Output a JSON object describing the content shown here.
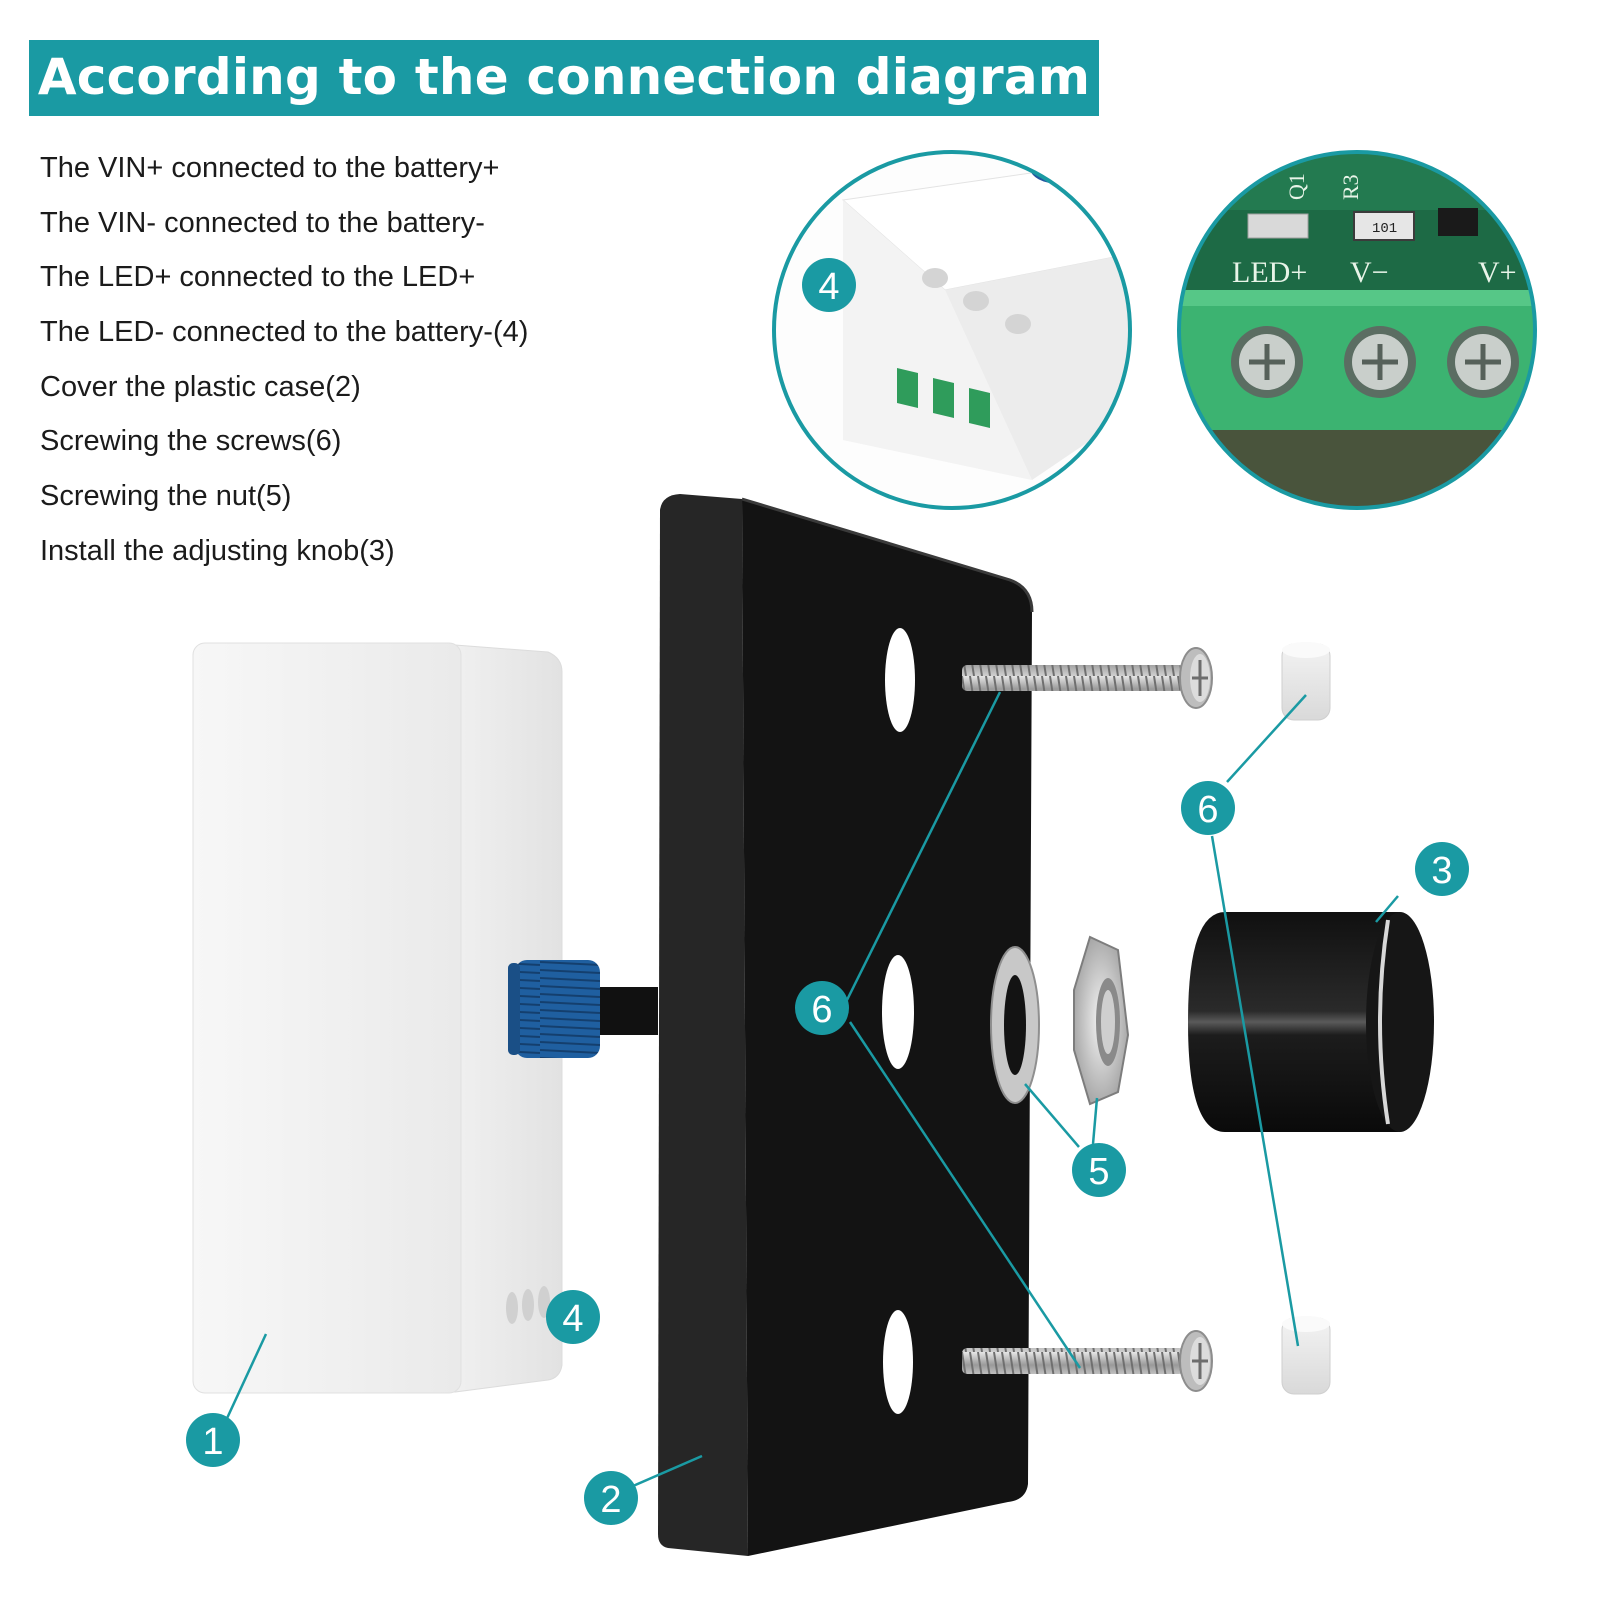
{
  "header": {
    "title": "According to the connection diagram"
  },
  "instructions": [
    "The VIN+ connected to the battery+",
    "The VIN- connected to the battery-",
    "The LED+ connected to the LED+",
    "The LED- connected to the battery-(4)",
    "Cover the plastic case(2)",
    "Screwing the screws(6)",
    "Screwing the nut(5)",
    "Install the adjusting knob(3)"
  ],
  "callouts": {
    "controller_box": "1",
    "panel": "2",
    "knob": "3",
    "terminal_side": "4",
    "terminal_inset": "4",
    "nut": "5",
    "screws": "6",
    "screw_caps": "6"
  },
  "pcb_labels": {
    "led_plus": "LED+",
    "v_minus": "V−",
    "v_plus": "V+",
    "q1": "Q1",
    "r3": "R3",
    "resistor_code": "101"
  },
  "colors": {
    "accent": "#1a9aa3",
    "panel": "#141414",
    "box": "#f2f2f2",
    "terminal_green": "#3cb371",
    "pcb_green": "#1f6b45"
  }
}
